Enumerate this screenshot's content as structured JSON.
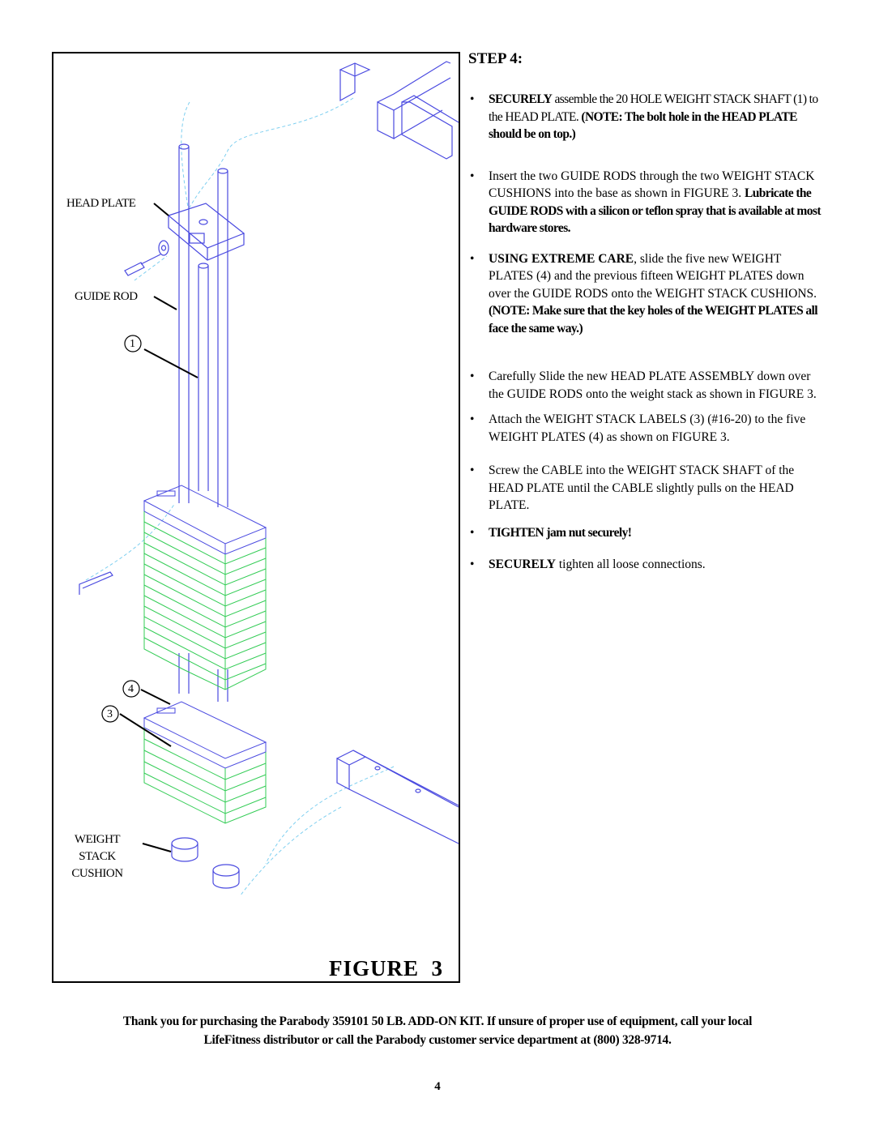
{
  "figure": {
    "callouts": {
      "head_plate": "HEAD PLATE",
      "guide_rod": "GUIDE ROD",
      "weight_stack_cushion": [
        "WEIGHT",
        "STACK",
        "CUSHION"
      ]
    },
    "part_numbers": [
      "1",
      "4",
      "3"
    ],
    "caption": "FIGURE  3"
  },
  "step": {
    "title": "STEP 4:",
    "bullets": [
      {
        "lead": "SECURELY",
        "text": " assemble the 20 HOLE WEIGHT STACK SHAFT (1) to the HEAD PLATE. ",
        "note": "(NOTE: The bolt hole in the HEAD PLATE should be on top.)"
      },
      {
        "text": "Insert the two GUIDE RODS through the two WEIGHT STACK CUSHIONS into the base as shown in FIGURE 3. ",
        "note": "Lubricate the GUIDE RODS with a silicon or teflon spray that is available at most hardware stores."
      },
      {
        "lead": "USING EXTREME CARE",
        "text": ", slide the five new WEIGHT PLATES (4) and the previous fifteen WEIGHT PLATES down over the GUIDE RODS onto the WEIGHT STACK CUSHIONS. ",
        "note": "(NOTE: Make sure that the key holes of the WEIGHT PLATES all face the same way.)"
      },
      {
        "text": "Carefully Slide the new HEAD PLATE ASSEMBLY down over the GUIDE RODS onto the weight stack as shown in FIGURE 3."
      },
      {
        "text": "Attach the WEIGHT STACK LABELS (3) (#16-20) to the five WEIGHT PLATES (4) as shown on FIGURE 3."
      },
      {
        "text": "Screw the CABLE into the WEIGHT STACK SHAFT of the HEAD PLATE until the CABLE slightly pulls on the HEAD PLATE."
      },
      {
        "lead": "TIGHTEN jam nut securely!"
      },
      {
        "lead": "SECURELY",
        "text": " tighten all loose connections."
      }
    ],
    "bullet_char": "•"
  },
  "footer": {
    "line1": "Thank you for purchasing the Parabody 359101 50 LB. ADD-ON KIT.  If unsure of proper use of equipment, call your local",
    "line2": "LifeFitness  distributor or call the Parabody customer service department at (800) 328-9714."
  },
  "page_number": "4",
  "colors": {
    "line_art": "#4a4ae0",
    "plates": "#33cc55",
    "dashed_path": "#7ecff0",
    "leader": "#000000"
  }
}
